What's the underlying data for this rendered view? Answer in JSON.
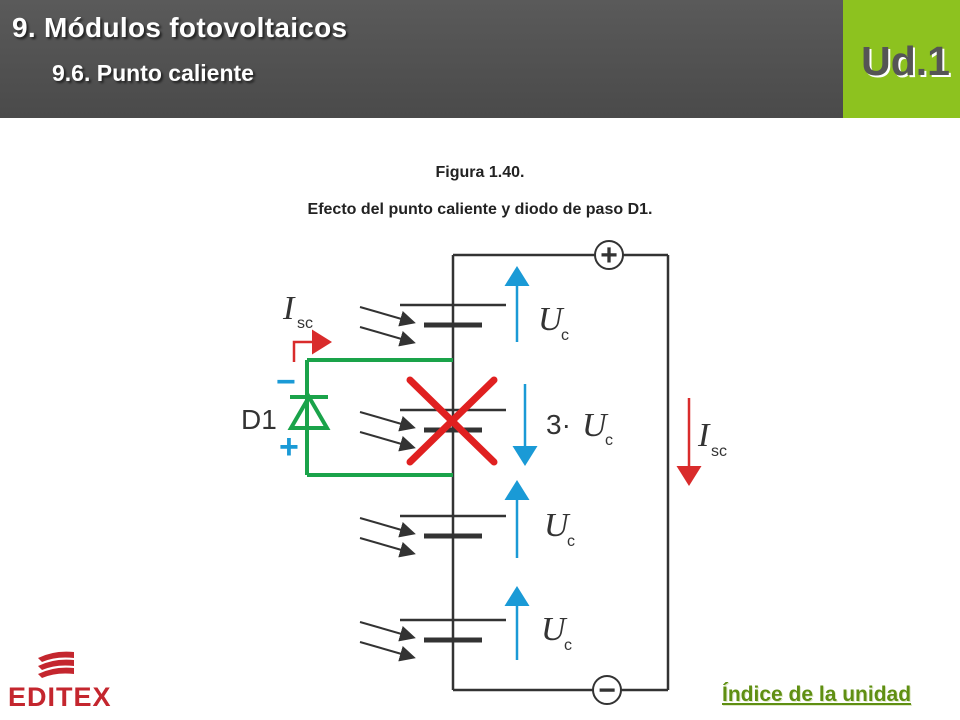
{
  "header": {
    "title": "9. Módulos fotovoltaicos",
    "subtitle": "9.6. Punto caliente",
    "unit": "Ud.1"
  },
  "figure": {
    "number": "Figura 1.40.",
    "caption": "Efecto del punto caliente y diodo de paso D1."
  },
  "diagram": {
    "isc_left": "I",
    "isc_left_sub": "sc",
    "isc_right": "I",
    "isc_right_sub": "sc",
    "diode_label": "D1",
    "diode_minus": "−",
    "diode_plus": "+",
    "cells": [
      {
        "prefix": "",
        "symbol": "U",
        "sub": "c"
      },
      {
        "prefix": "3·",
        "symbol": "U",
        "sub": "c"
      },
      {
        "prefix": "",
        "symbol": "U",
        "sub": "c"
      },
      {
        "prefix": "",
        "symbol": "U",
        "sub": "c"
      }
    ],
    "terminal_plus": "+",
    "terminal_minus": "−",
    "colors": {
      "wire": "#333333",
      "bypass": "#1aa34a",
      "arrow_blue": "#1a9ad6",
      "arrow_red": "#d92b2b",
      "cross": "#e02020"
    }
  },
  "footer": {
    "logo_text": "EDITEX",
    "index_link": "Índice de la unidad"
  }
}
